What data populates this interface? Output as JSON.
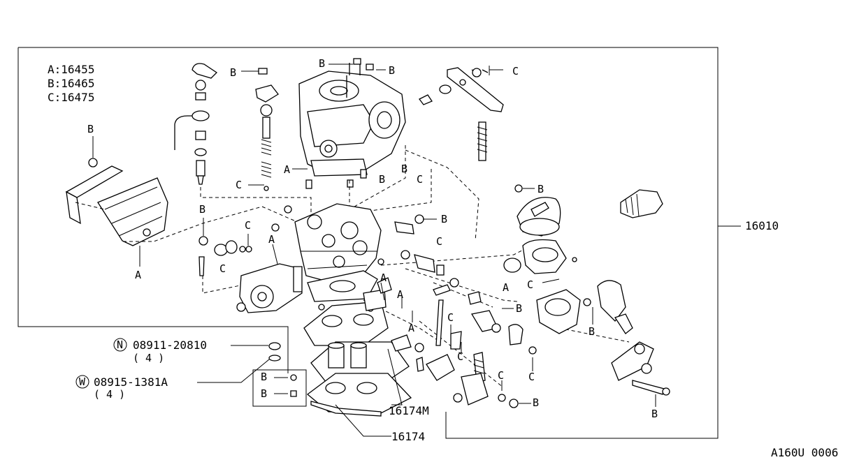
{
  "legend": [
    {
      "key": "A",
      "sep": ":",
      "code": "16455"
    },
    {
      "key": "B",
      "sep": ":",
      "code": "16465"
    },
    {
      "key": "C",
      "sep": ":",
      "code": "16475"
    }
  ],
  "callouts": {
    "main_assembly": "16010",
    "part_16174m": "16174M",
    "part_16174": "16174",
    "nut_prefix": "N",
    "nut_part": "08911-20810",
    "nut_qty": "( 4 )",
    "washer_prefix": "W",
    "washer_part": "08915-1381A",
    "washer_qty": "( 4 )"
  },
  "letters": {
    "a": "A",
    "b": "B",
    "c": "C"
  },
  "drawing_id": "A160U 0006"
}
